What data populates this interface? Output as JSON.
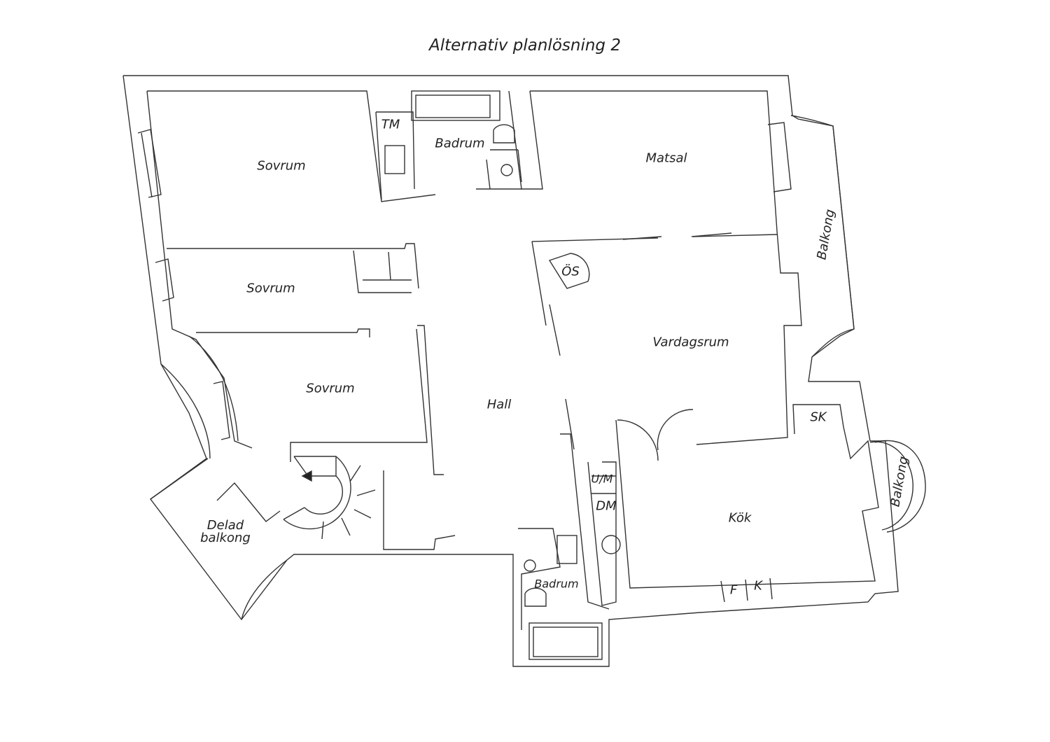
{
  "title": "Alternativ planlösning 2",
  "rooms": {
    "sovrum_1": "Sovrum",
    "sovrum_2": "Sovrum",
    "sovrum_3": "Sovrum",
    "tm": "TM",
    "badrum_upper": "Badrum",
    "matsal": "Matsal",
    "balkong_east": "Balkong",
    "os": "ÖS",
    "vardagsrum": "Vardagsrum",
    "hall": "Hall",
    "sk": "SK",
    "um": "U/M",
    "dm": "DM",
    "kok": "Kök",
    "balkong_round": "Balkong",
    "delad_balkong": "Delad balkong",
    "badrum_lower": "Badrum",
    "f": "F",
    "k": "K"
  }
}
